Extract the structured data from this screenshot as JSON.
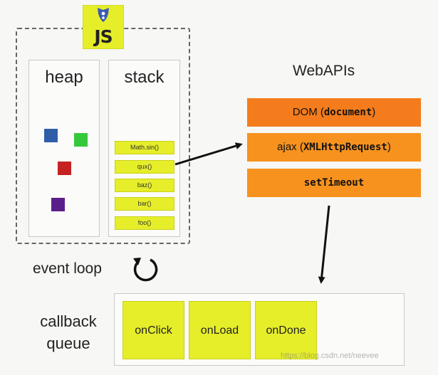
{
  "logo": {
    "text": "JS",
    "icon": "js-shield-logo"
  },
  "heap": {
    "title": "heap",
    "objects": [
      {
        "color": "#2f5ea8"
      },
      {
        "color": "#34c93b"
      },
      {
        "color": "#c52222"
      },
      {
        "color": "#5a1f8a"
      }
    ]
  },
  "stack": {
    "title": "stack",
    "frames": [
      "Math.sin()",
      "qux()",
      "baz()",
      "bar()",
      "foo()"
    ]
  },
  "webapis": {
    "title": "WebAPIs",
    "apis": [
      {
        "prefix": "DOM (",
        "code": "document",
        "suffix": ")"
      },
      {
        "prefix": "ajax (",
        "code": "XMLHttpRequest",
        "suffix": ")"
      },
      {
        "prefix": "",
        "code": "setTimeout",
        "suffix": ""
      }
    ]
  },
  "event_loop": {
    "label": "event loop",
    "icon": "circular-arrow-icon"
  },
  "callback_queue": {
    "label_line1": "callback",
    "label_line2": "queue",
    "callbacks": [
      "onClick",
      "onLoad",
      "onDone"
    ]
  },
  "watermark": "https://blog.csdn.net/neevee",
  "colors": {
    "yellow": "#e6ee2a",
    "orange": "#f47c1c",
    "orange_light": "#f7921e"
  }
}
